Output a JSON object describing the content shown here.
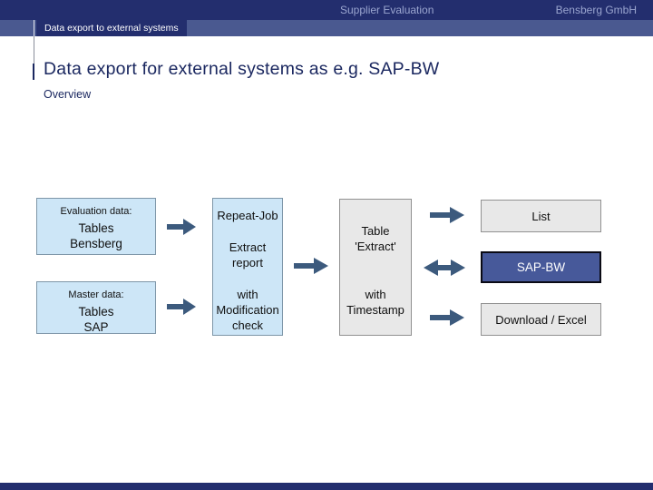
{
  "header": {
    "presentation_title": "Supplier Evaluation",
    "company": "Bensberg GmbH",
    "section_tab": "Data export to external systems"
  },
  "slide": {
    "title": "Data export for external systems as e.g. SAP-BW",
    "subtitle": "Overview"
  },
  "diagram": {
    "evaluation_box": {
      "heading": "Evaluation data:",
      "body": [
        "Tables",
        "Bensberg"
      ]
    },
    "master_box": {
      "heading": "Master data:",
      "body": [
        "Tables",
        "SAP"
      ]
    },
    "job_box": {
      "block1": "Repeat-Job",
      "block2": [
        "Extract",
        "report"
      ],
      "block3": [
        "with",
        "Modification",
        "check"
      ]
    },
    "extract_box": {
      "block1": [
        "Table",
        "'Extract'"
      ],
      "block2": [
        "with",
        "Timestamp"
      ]
    },
    "list_box": "List",
    "sapbw_box": "SAP-BW",
    "download_box": "Download / Excel"
  },
  "colors": {
    "navy_bar": "#232E6E",
    "sub_bar_blue": "#4A5990",
    "header_text": "#9AA5CF",
    "light_blue_fill": "#CDE6F7",
    "gray_fill": "#E8E8E8",
    "sapbw_fill": "#47599A",
    "arrow": "#3C5A7D",
    "title_text": "#1B2860"
  }
}
